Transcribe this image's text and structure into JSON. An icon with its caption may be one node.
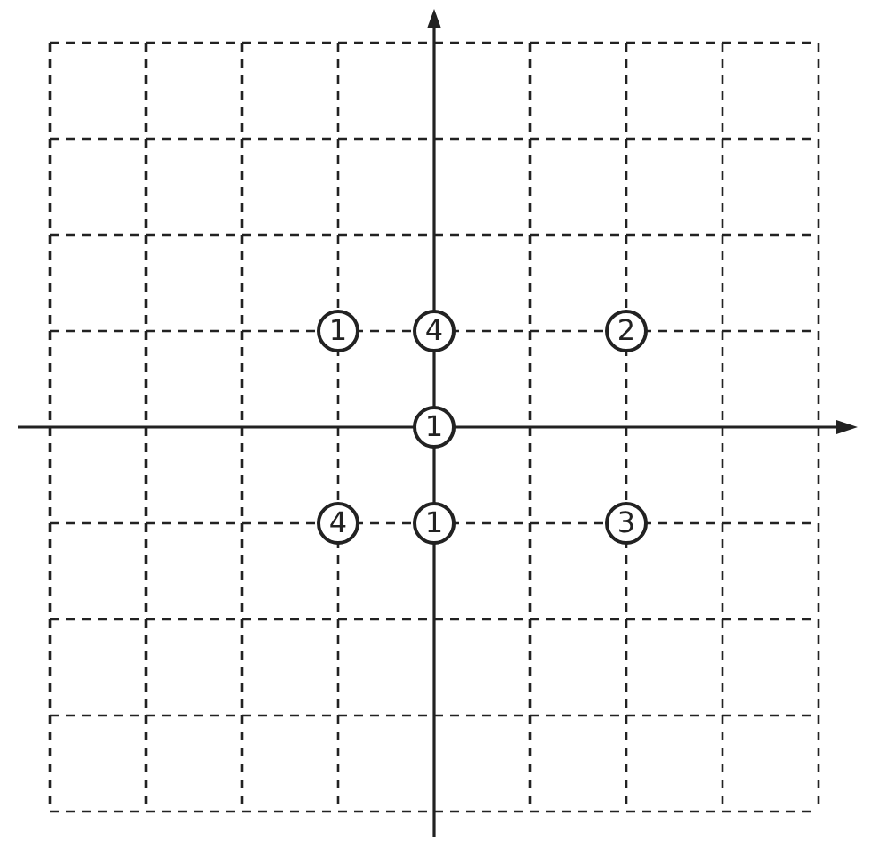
{
  "diagram": {
    "nodes": [
      {
        "text": [
          "1"
        ]
      },
      {
        "text": [
          "4"
        ]
      },
      {
        "text": [
          "2"
        ]
      },
      {
        "text": [
          "1"
        ]
      },
      {
        "text": [
          "4"
        ]
      },
      {
        "text": [
          "1"
        ]
      },
      {
        "text": [
          "3"
        ]
      }
    ]
  }
}
